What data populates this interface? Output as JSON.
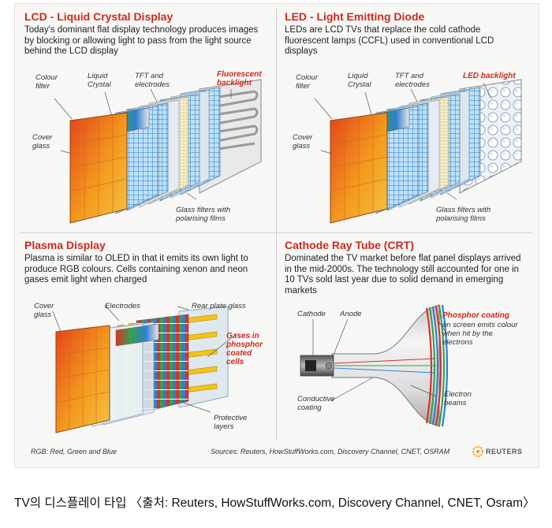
{
  "lcd": {
    "title": "LCD - Liquid Crystal Display",
    "description": "Today's dominant flat display technology produces images by blocking or allowing light to pass from the light source behind the LCD display",
    "labels": {
      "colour_filter": "Colour filter",
      "liquid_crystal": "Liquid Crystal",
      "tft": "TFT and electrodes",
      "backlight": "Fluorescent backlight",
      "cover_glass": "Cover glass",
      "glass_filters": "Glass filters with polarising films"
    }
  },
  "led": {
    "title": "LED - Light Emitting Diode",
    "description": "LEDs are LCD TVs that replace the cold cathode fluorescent lamps (CCFL) used in conventional LCD displays",
    "labels": {
      "colour_filter": "Colour filter",
      "liquid_crystal": "Liquid Crystal",
      "tft": "TFT and electrodes",
      "backlight": "LED backlight",
      "cover_glass": "Cover glass",
      "glass_filters": "Glass filters with polarising films"
    }
  },
  "plasma": {
    "title": "Plasma Display",
    "description": "Plasma is similar to OLED in that it emits its own light to produce RGB colours. Cells containing xenon and neon gases emit light when charged",
    "labels": {
      "cover_glass": "Cover glass",
      "electrodes": "Electrodes",
      "rear_plate": "Rear plate glass",
      "gases": "Gases in phosphor coated cells",
      "protective": "Protective layers"
    }
  },
  "crt": {
    "title": "Cathode Ray Tube (CRT)",
    "description": "Dominated the TV market before flat panel displays arrived in the mid-2000s. The technology still accounted for one in 10 TVs sold last year due to solid demand in emerging markets",
    "labels": {
      "cathode": "Cathode",
      "anode": "Anode",
      "phosphor": "Phosphor coating",
      "phosphor_desc": "on screen emits colour when hit by the electrons",
      "conductive": "Conductive coating",
      "electron_beams": "Electron beams"
    }
  },
  "footer": {
    "rgb_note": "RGB: Red, Green and Blue",
    "sources": "Sources: Reuters, HowStuffWorks.com, Discovery Channel, CNET, OSRAM",
    "logo_text": "REUTERS"
  },
  "caption": "TV의 디스플레이 타입 〈출처: Reuters, HowStuffWorks.com, Discovery Channel, CNET, Osram〉",
  "colors": {
    "title_red": "#cf2a1c",
    "screen_orange": "#f29a1c",
    "filter_blue": "#3c8fd6"
  }
}
